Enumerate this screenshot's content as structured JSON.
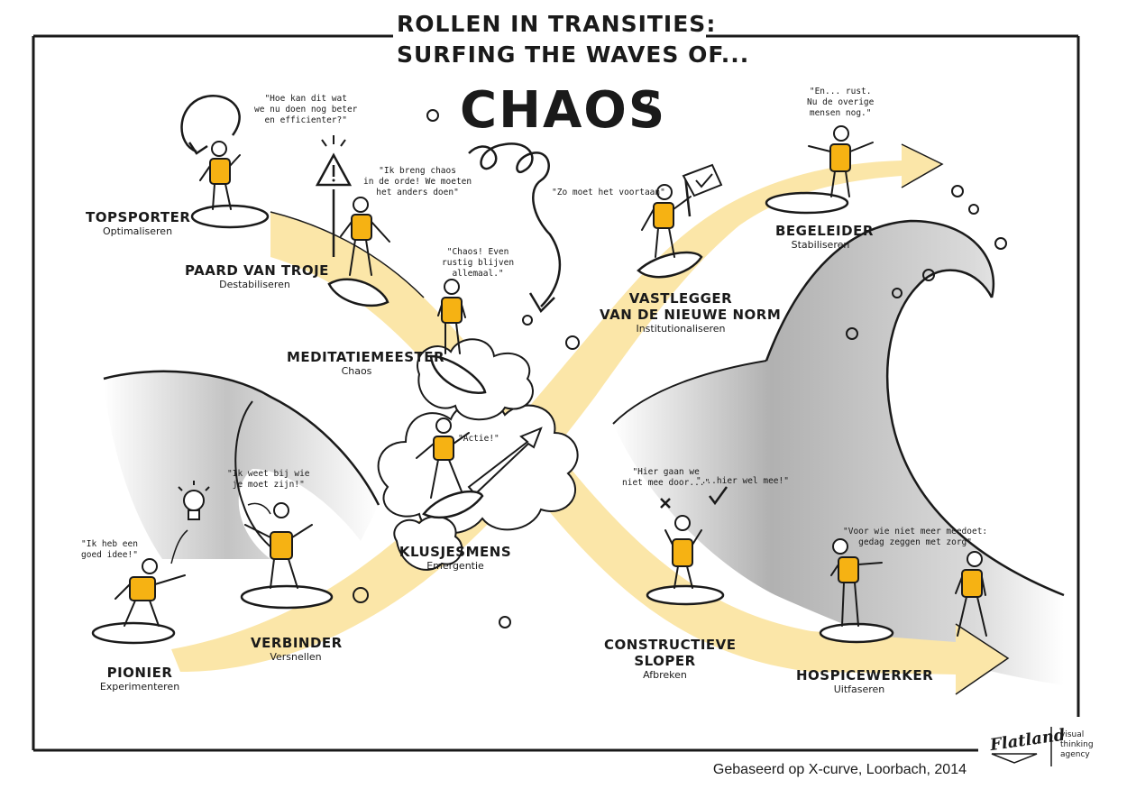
{
  "title": {
    "line1": "ROLLEN IN TRANSITIES:",
    "line2": "SURFING THE WAVES OF...",
    "main": "CHAOS"
  },
  "roles": [
    {
      "name": "TOPSPORTER",
      "sub": "Optimaliseren"
    },
    {
      "name": "PAARD VAN TROJE",
      "sub": "Destabiliseren"
    },
    {
      "name": "MEDITATIEMEESTER",
      "sub": "Chaos"
    },
    {
      "name": "VASTLEGGER",
      "name2": "VAN DE NIEUWE NORM",
      "sub": "Institutionaliseren"
    },
    {
      "name": "BEGELEIDER",
      "sub": "Stabiliseren"
    },
    {
      "name": "KLUSJESMENS",
      "sub": "Emergentie"
    },
    {
      "name": "PIONIER",
      "sub": "Experimenteren"
    },
    {
      "name": "VERBINDER",
      "sub": "Versnellen"
    },
    {
      "name": "CONSTRUCTIEVE",
      "name2": "SLOPER",
      "sub": "Afbreken"
    },
    {
      "name": "HOSPICEWERKER",
      "sub": "Uitfaseren"
    }
  ],
  "quotes": {
    "topsporter": "\"Hoe kan dit wat\nwe nu doen nog beter\nen efficienter?\"",
    "paard": "\"Ik breng chaos\nin de orde! We moeten\nhet anders doen\"",
    "meditatie": "\"Chaos! Even\nrustig blijven\nallemaal.\"",
    "vastlegger": "\"Zo moet het voortaan\"",
    "begeleider": "\"En... rust.\nNu de overige\nmensen nog.\"",
    "klusjesmens": "\"Actie!\"",
    "pionier": "\"Ik heb een\ngoed idee!\"",
    "verbinder": "\"Ik weet bij wie\nje moet zijn!\"",
    "sloper_no": "\"Hier gaan we\nniet mee door...\"",
    "sloper_yes": "\"...hier wel mee!\"",
    "hospice": "\"Voor wie niet meer meedoet:\ngedag zeggen met zorg\""
  },
  "footer": "Gebaseerd op X-curve, Loorbach, 2014",
  "logo": {
    "word": "Flatland",
    "tagline": "visual\nthinking\nagency"
  },
  "colors": {
    "accent_yellow": "#f6b213",
    "band_yellow": "#fbe6a8",
    "ink": "#1a1a1a",
    "wave_grey": "#9a9a9a"
  },
  "icons": [
    "warning-icon",
    "flag-check-icon",
    "lightbulb-icon",
    "arrow-icon",
    "check-icon",
    "cross-icon"
  ]
}
